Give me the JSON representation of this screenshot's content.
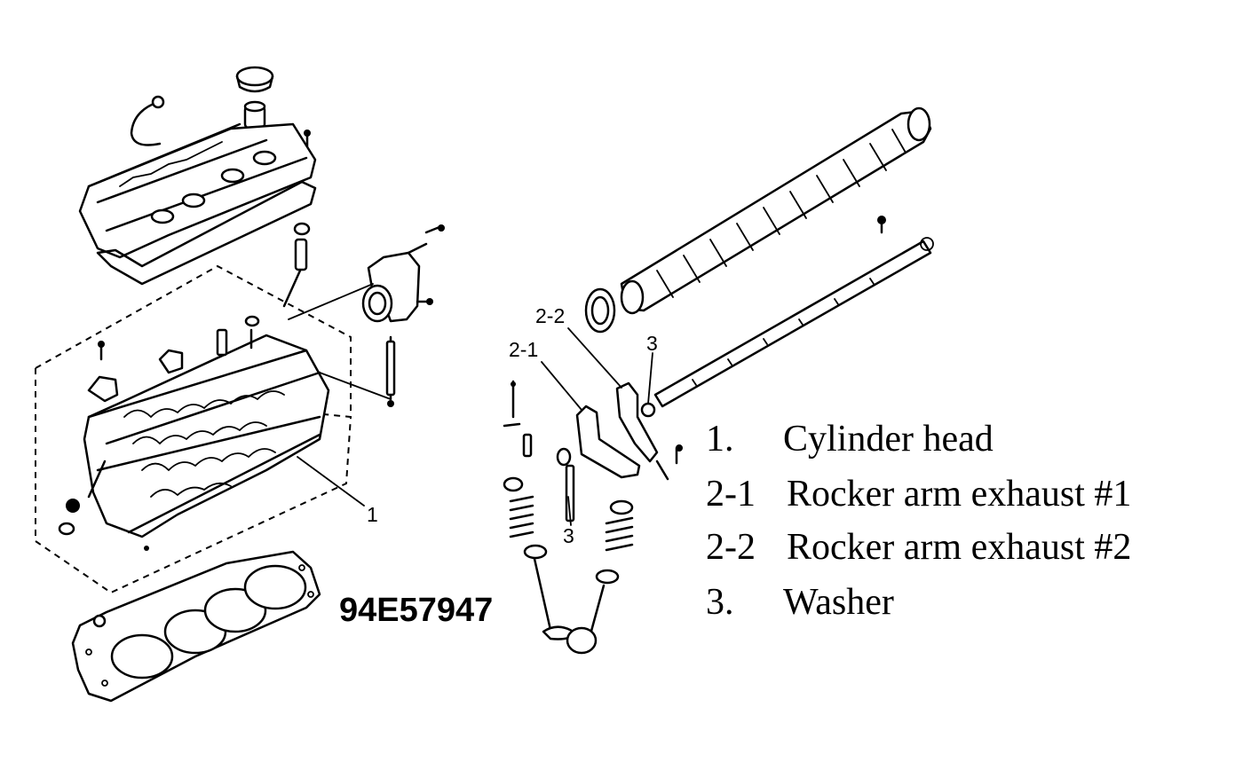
{
  "figure_id": "94E57947",
  "callouts": {
    "c1": "1",
    "c2_1": "2-1",
    "c2_2": "2-2",
    "c3_top": "3",
    "c3_bottom": "3"
  },
  "legend": [
    {
      "num": "1.",
      "label": "Cylinder head"
    },
    {
      "num": "2-1",
      "label": "Rocker arm exhaust #1"
    },
    {
      "num": "2-2",
      "label": "Rocker arm exhaust #2"
    },
    {
      "num": "3.",
      "label": "Washer"
    }
  ]
}
